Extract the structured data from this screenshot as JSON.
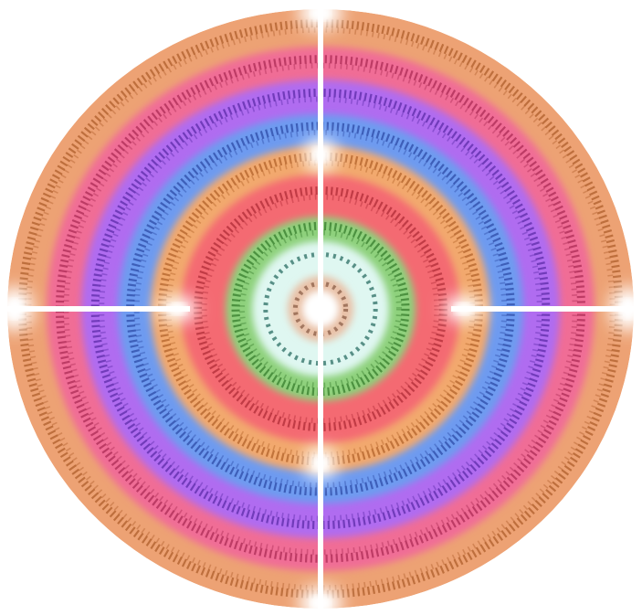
{
  "figure": {
    "kind": "concentric-ring-disc",
    "background": "#ffffff",
    "center_fill": "#ffffff",
    "divider_color": "#ffffff",
    "glow_color": "#ffffff",
    "rings_outer_to_inner": [
      {
        "name": "outer-orange-ring",
        "color": "#eda274",
        "hatch": "#a24f1c"
      },
      {
        "name": "outer-pink-ring",
        "color": "#f06d96",
        "hatch": "#9e1d47"
      },
      {
        "name": "purple-ring",
        "color": "#b06cf0",
        "hatch": "#4a1d9a"
      },
      {
        "name": "blue-ring",
        "color": "#6e9bf0",
        "hatch": "#1f3a98"
      },
      {
        "name": "inner-orange-ring",
        "color": "#f2a96e",
        "hatch": "#a5541b"
      },
      {
        "name": "red-ring",
        "color": "#f46a72",
        "hatch": "#a21e2a"
      },
      {
        "name": "green-ring",
        "color": "#8ed17c",
        "hatch": "#246a1c"
      },
      {
        "name": "mint-ring",
        "color": "#dff7f1",
        "hatch": "#2b6d63"
      },
      {
        "name": "tan-ring",
        "color": "#e9c1a7",
        "hatch": "#8a5c46"
      }
    ]
  }
}
